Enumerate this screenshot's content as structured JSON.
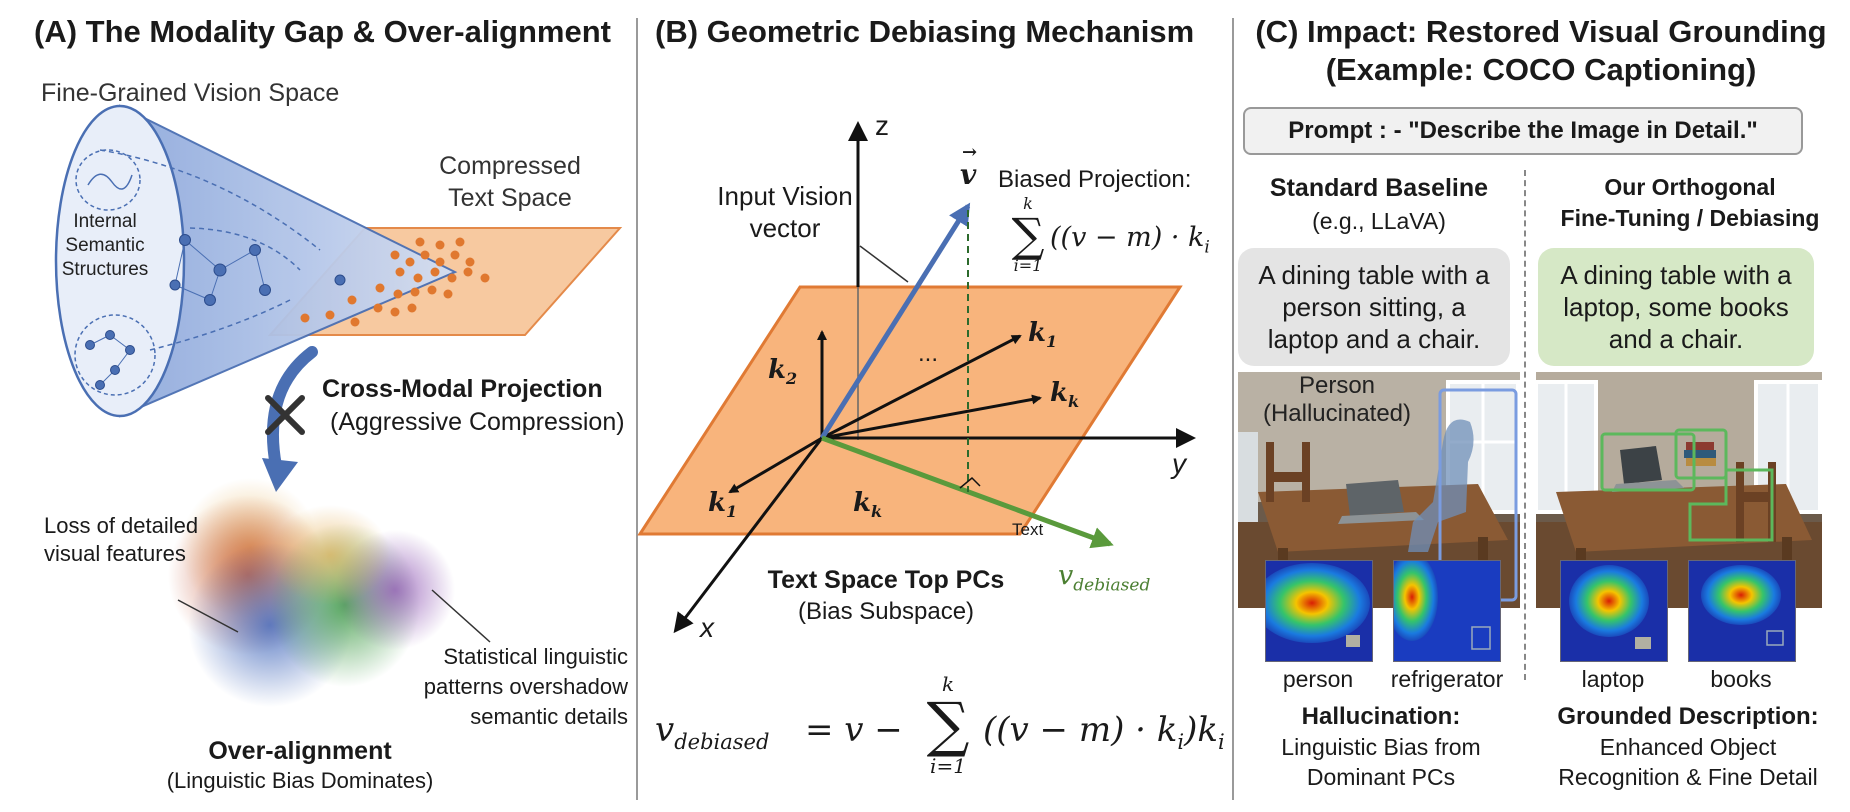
{
  "panels": {
    "a": {
      "title": "(A) The Modality Gap & Over-alignment",
      "vision_space": "Fine-Grained Vision Space",
      "internal_line1": "Internal",
      "internal_line2": "Semantic",
      "internal_line3": "Structures",
      "text_space_line1": "Compressed",
      "text_space_line2": "Text Space",
      "projection_title": "Cross-Modal Projection",
      "projection_sub": "(Aggressive Compression)",
      "loss_line1": "Loss of detailed",
      "loss_line2": "visual features",
      "stat_line1": "Statistical linguistic",
      "stat_line2": "patterns overshadow",
      "stat_line3": "semantic details",
      "overalign_title": "Over-alignment",
      "overalign_sub": "(Linguistic Bias Dominates)"
    },
    "b": {
      "title": "(B) Geometric Debiasing Mechanism",
      "axis_z": "z",
      "axis_y": "y",
      "axis_x": "x",
      "input_line1": "Input Vision",
      "input_line2": "vector",
      "v_symbol": "v",
      "biased_projection": "Biased Projection:",
      "sum_top": "k",
      "sum_bottom": "i=1",
      "biased_formula": "((v − m) · k",
      "biased_formula_sub": "i",
      "k1_right": "k",
      "k1_right_sub": "1",
      "kk_right": "k",
      "kk_right_sub": "k",
      "k2": "k",
      "k2_sub": "2",
      "k1_left": "k",
      "k1_left_sub": "1",
      "kk_bottom": "k",
      "kk_bottom_sub": "k",
      "ellipsis": "...",
      "text_tag": "Text",
      "v_debiased": "v",
      "v_debiased_sub": "debiased",
      "subspace_title": "Text Space Top PCs",
      "subspace_sub": "(Bias Subspace)",
      "formula_lhs": "v",
      "formula_lhs_sub": "debiased",
      "formula_mid": "= v −",
      "formula_sum_top": "k",
      "formula_sum_bottom": "i=1",
      "formula_rhs": "((v − m) · k",
      "formula_rhs_sub1": "i",
      "formula_rhs_close": ")k",
      "formula_rhs_sub2": "i"
    },
    "c": {
      "title_line1": "(C) Impact: Restored Visual Grounding",
      "title_line2": "(Example: COCO Captioning)",
      "prompt": "Prompt : - \"Describe the Image in Detail.\"",
      "baseline_title": "Standard Baseline",
      "baseline_sub": "(e.g., LLaVA)",
      "ours_title_line1": "Our Orthogonal",
      "ours_title_line2": "Fine-Tuning / Debiasing",
      "baseline_caption": "A dining table with a person sitting, a laptop and a chair.",
      "ours_caption": "A dining table with a laptop, some books and a chair.",
      "person_tag_line1": "Person",
      "person_tag_line2": "(Hallucinated)",
      "heat_labels": [
        "person",
        "refrigerator",
        "laptop",
        "books"
      ],
      "hallucination_title": "Hallucination:",
      "hallucination_line1": "Linguistic Bias from",
      "hallucination_line2": "Dominant PCs",
      "grounded_title": "Grounded Description:",
      "grounded_line1": "Enhanced Object",
      "grounded_line2": "Recognition & Fine Detail"
    }
  },
  "colors": {
    "cone_blue": "#a9bde3",
    "text_plane_orange": "#f7c9a0",
    "plane_orange": "#f8b47c",
    "vector_blue": "#4a6fb3",
    "debiased_green": "#5a9a3c",
    "baseline_bubble": "#e4e4e4",
    "ours_bubble": "#d6e8c6",
    "box_blue": "#6d8fd6",
    "box_green": "#5cb85c"
  }
}
